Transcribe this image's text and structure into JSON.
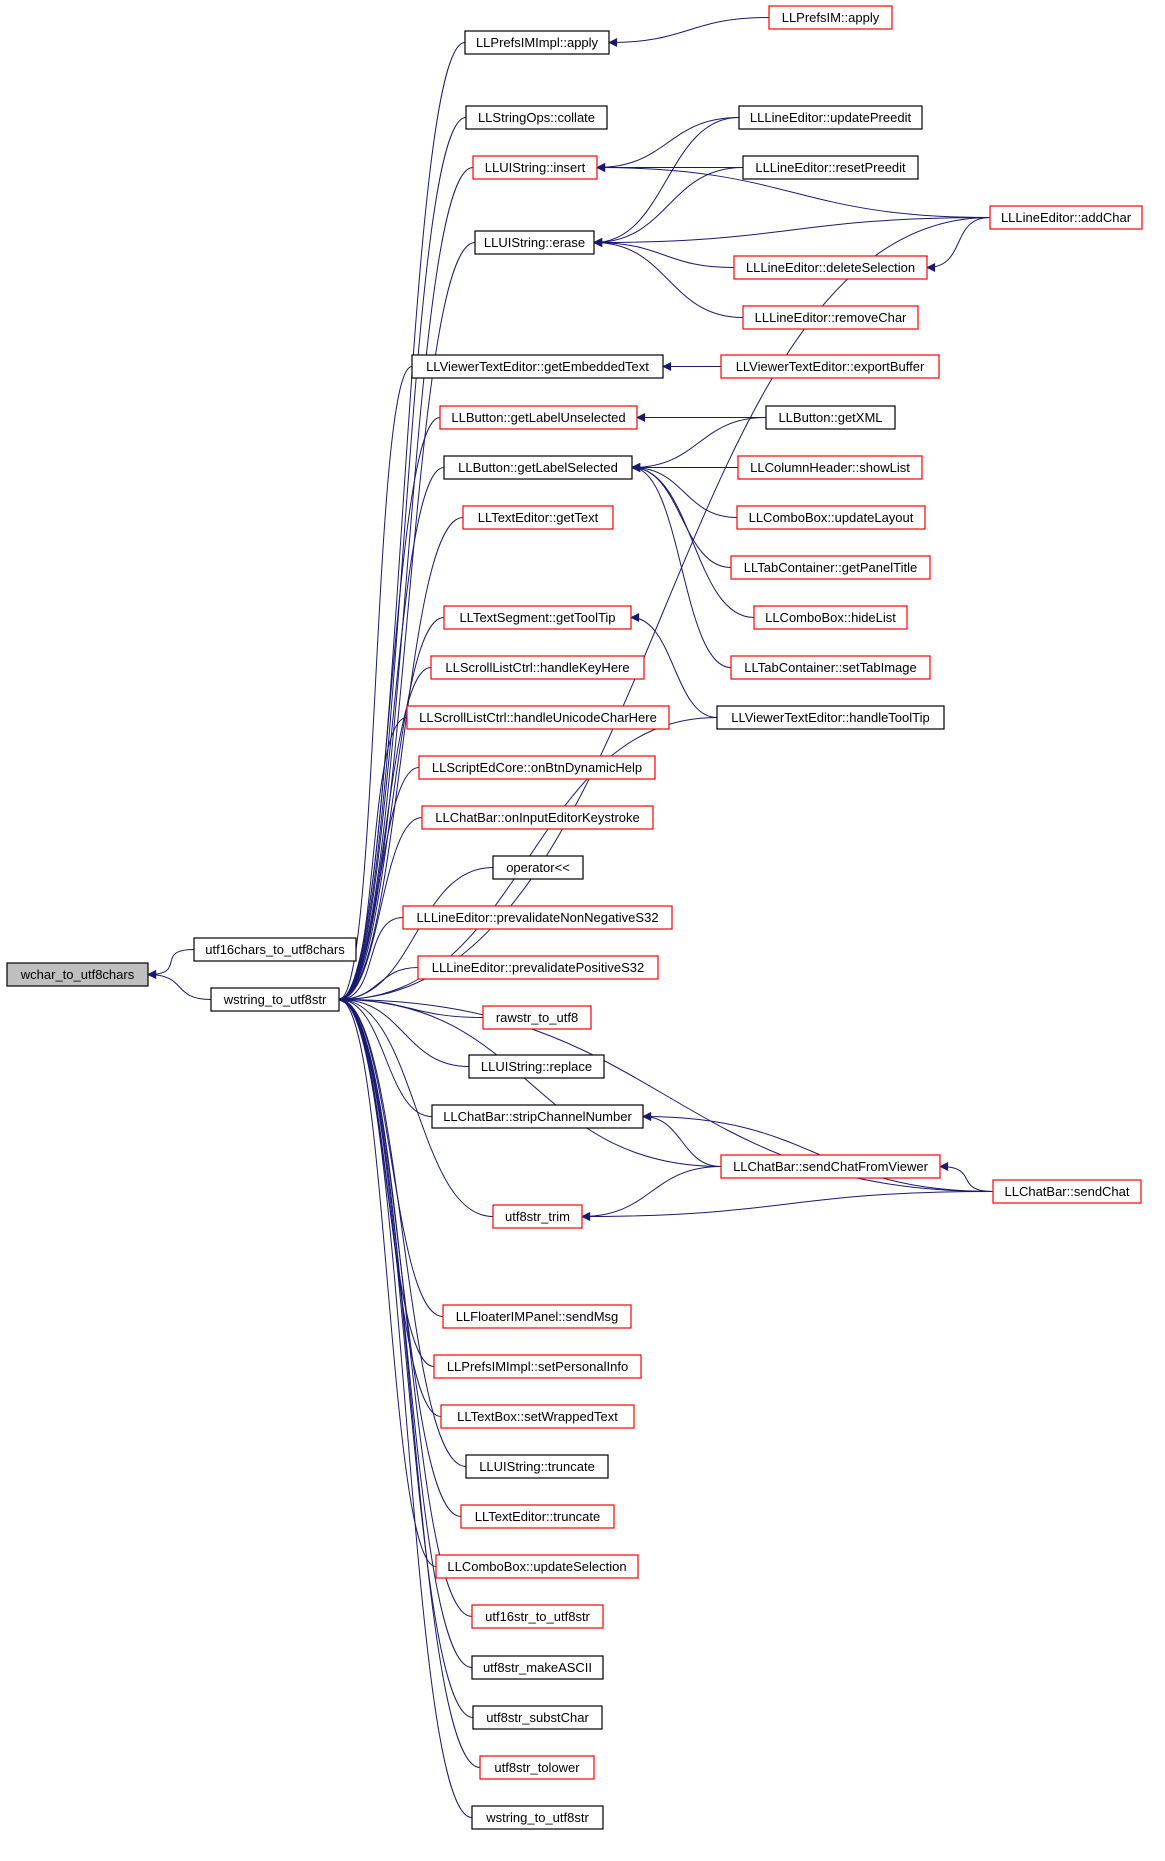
{
  "colors": {
    "edge": "#191970",
    "black_border": "#000000",
    "red_border": "#ff0000",
    "root_fill": "#bfbfbf",
    "fill": "#ffffff"
  },
  "nodes": [
    {
      "id": "wchar_to_utf8chars",
      "label": "wchar_to_utf8chars",
      "border": "black",
      "root": true
    },
    {
      "id": "utf16chars_to_utf8chars",
      "label": "utf16chars_to_utf8chars",
      "border": "black"
    },
    {
      "id": "wstring_to_utf8str",
      "label": "wstring_to_utf8str",
      "border": "black"
    },
    {
      "id": "LLPrefsIMImpl_apply",
      "label": "LLPrefsIMImpl::apply",
      "border": "black"
    },
    {
      "id": "LLStringOps_collate",
      "label": "LLStringOps::collate",
      "border": "black"
    },
    {
      "id": "LLUIString_insert",
      "label": "LLUIString::insert",
      "border": "red"
    },
    {
      "id": "LLUIString_erase",
      "label": "LLUIString::erase",
      "border": "black"
    },
    {
      "id": "LLViewerTextEditor_getEmbeddedText",
      "label": "LLViewerTextEditor::getEmbeddedText",
      "border": "black"
    },
    {
      "id": "LLButton_getLabelUnselected",
      "label": "LLButton::getLabelUnselected",
      "border": "red"
    },
    {
      "id": "LLButton_getLabelSelected",
      "label": "LLButton::getLabelSelected",
      "border": "black"
    },
    {
      "id": "LLTextEditor_getText",
      "label": "LLTextEditor::getText",
      "border": "red"
    },
    {
      "id": "LLTextSegment_getToolTip",
      "label": "LLTextSegment::getToolTip",
      "border": "red"
    },
    {
      "id": "LLScrollListCtrl_handleKeyHere",
      "label": "LLScrollListCtrl::handleKeyHere",
      "border": "red"
    },
    {
      "id": "LLScrollListCtrl_handleUnicodeCharHere",
      "label": "LLScrollListCtrl::handleUnicodeCharHere",
      "border": "red"
    },
    {
      "id": "LLScriptEdCore_onBtnDynamicHelp",
      "label": "LLScriptEdCore::onBtnDynamicHelp",
      "border": "red"
    },
    {
      "id": "LLChatBar_onInputEditorKeystroke",
      "label": "LLChatBar::onInputEditorKeystroke",
      "border": "red"
    },
    {
      "id": "operator_lshift",
      "label": "operator<<",
      "border": "black"
    },
    {
      "id": "LLLineEditor_prevalidateNonNegativeS32",
      "label": "LLLineEditor::prevalidateNonNegativeS32",
      "border": "red"
    },
    {
      "id": "LLLineEditor_prevalidatePositiveS32",
      "label": "LLLineEditor::prevalidatePositiveS32",
      "border": "red"
    },
    {
      "id": "rawstr_to_utf8",
      "label": "rawstr_to_utf8",
      "border": "red"
    },
    {
      "id": "LLUIString_replace",
      "label": "LLUIString::replace",
      "border": "black"
    },
    {
      "id": "LLChatBar_stripChannelNumber",
      "label": "LLChatBar::stripChannelNumber",
      "border": "black"
    },
    {
      "id": "utf8str_trim",
      "label": "utf8str_trim",
      "border": "red"
    },
    {
      "id": "LLFloaterIMPanel_sendMsg",
      "label": "LLFloaterIMPanel::sendMsg",
      "border": "red"
    },
    {
      "id": "LLPrefsIMImpl_setPersonalInfo",
      "label": "LLPrefsIMImpl::setPersonalInfo",
      "border": "red"
    },
    {
      "id": "LLTextBox_setWrappedText",
      "label": "LLTextBox::setWrappedText",
      "border": "red"
    },
    {
      "id": "LLUIString_truncate",
      "label": "LLUIString::truncate",
      "border": "black"
    },
    {
      "id": "LLTextEditor_truncate",
      "label": "LLTextEditor::truncate",
      "border": "red"
    },
    {
      "id": "LLComboBox_updateSelection",
      "label": "LLComboBox::updateSelection",
      "border": "red"
    },
    {
      "id": "utf16str_to_utf8str",
      "label": "utf16str_to_utf8str",
      "border": "red"
    },
    {
      "id": "utf8str_makeASCII",
      "label": "utf8str_makeASCII",
      "border": "black"
    },
    {
      "id": "utf8str_substChar",
      "label": "utf8str_substChar",
      "border": "black"
    },
    {
      "id": "utf8str_tolower",
      "label": "utf8str_tolower",
      "border": "red"
    },
    {
      "id": "wstring_to_utf8str_2",
      "label": "wstring_to_utf8str",
      "border": "black"
    },
    {
      "id": "LLPrefsIM_apply",
      "label": "LLPrefsIM::apply",
      "border": "red"
    },
    {
      "id": "LLLineEditor_updatePreedit",
      "label": "LLLineEditor::updatePreedit",
      "border": "black"
    },
    {
      "id": "LLLineEditor_resetPreedit",
      "label": "LLLineEditor::resetPreedit",
      "border": "black"
    },
    {
      "id": "LLLineEditor_addChar",
      "label": "LLLineEditor::addChar",
      "border": "red"
    },
    {
      "id": "LLLineEditor_deleteSelection",
      "label": "LLLineEditor::deleteSelection",
      "border": "red"
    },
    {
      "id": "LLLineEditor_removeChar",
      "label": "LLLineEditor::removeChar",
      "border": "red"
    },
    {
      "id": "LLViewerTextEditor_exportBuffer",
      "label": "LLViewerTextEditor::exportBuffer",
      "border": "red"
    },
    {
      "id": "LLButton_getXML",
      "label": "LLButton::getXML",
      "border": "black"
    },
    {
      "id": "LLColumnHeader_showList",
      "label": "LLColumnHeader::showList",
      "border": "red"
    },
    {
      "id": "LLComboBox_updateLayout",
      "label": "LLComboBox::updateLayout",
      "border": "red"
    },
    {
      "id": "LLTabContainer_getPanelTitle",
      "label": "LLTabContainer::getPanelTitle",
      "border": "red"
    },
    {
      "id": "LLComboBox_hideList",
      "label": "LLComboBox::hideList",
      "border": "red"
    },
    {
      "id": "LLTabContainer_setTabImage",
      "label": "LLTabContainer::setTabImage",
      "border": "red"
    },
    {
      "id": "LLViewerTextEditor_handleToolTip",
      "label": "LLViewerTextEditor::handleToolTip",
      "border": "black"
    },
    {
      "id": "LLChatBar_sendChatFromViewer",
      "label": "LLChatBar::sendChatFromViewer",
      "border": "red"
    },
    {
      "id": "LLChatBar_sendChat",
      "label": "LLChatBar::sendChat",
      "border": "red"
    }
  ]
}
